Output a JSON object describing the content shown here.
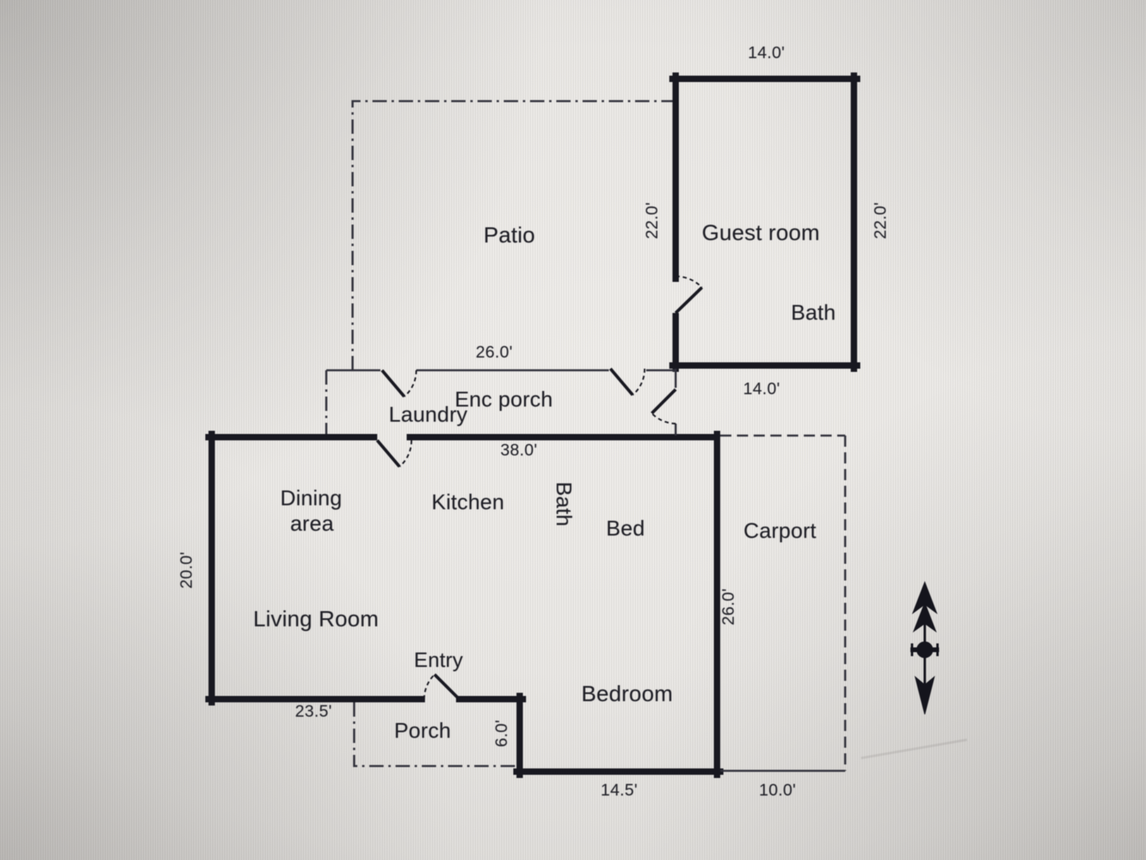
{
  "floor_plan": {
    "rooms": {
      "patio": "Patio",
      "guest_room": "Guest room",
      "guest_bath": "Bath",
      "enc_porch": "Enc porch",
      "laundry": "Laundry",
      "dining_line1": "Dining",
      "dining_line2": "area",
      "kitchen": "Kitchen",
      "bath": "Bath",
      "bed": "Bed",
      "carport": "Carport",
      "living_room": "Living Room",
      "entry": "Entry",
      "porch": "Porch",
      "bedroom": "Bedroom"
    },
    "dimensions": {
      "guest_room_top": "14.0'",
      "guest_room_left": "22.0'",
      "guest_room_right": "22.0'",
      "guest_room_bottom": "14.0'",
      "patio_bottom": "26.0'",
      "main_top": "38.0'",
      "main_left": "20.0'",
      "living_bottom": "23.5'",
      "porch_right": "6.0'",
      "bedroom_bottom": "14.5'",
      "carport_bottom": "10.0'",
      "carport_left": "26.0'"
    },
    "colors": {
      "wall": "#181820",
      "thin_line": "#30303a",
      "paper": "#e9e7e4"
    }
  }
}
